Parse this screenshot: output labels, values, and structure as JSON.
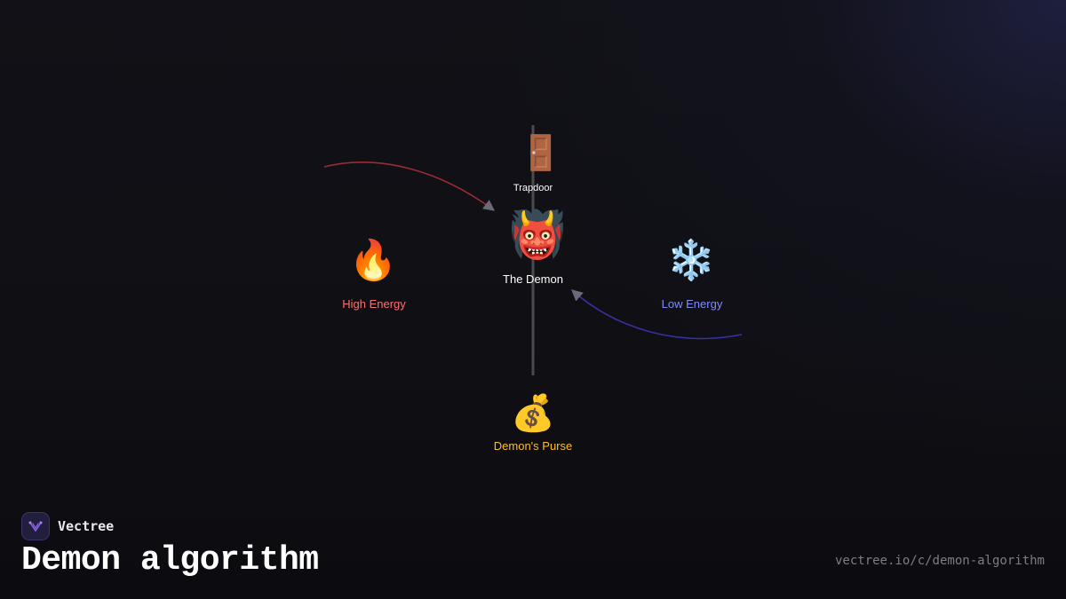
{
  "diagram": {
    "trapdoor": {
      "icon": "door-icon",
      "glyph": "🚪",
      "label": "Trapdoor",
      "color": "#ffffff"
    },
    "demon": {
      "icon": "ogre-icon",
      "glyph": "👹",
      "label": "The Demon",
      "color": "#ffffff"
    },
    "high_energy": {
      "icon": "fire-icon",
      "glyph": "🔥",
      "label": "High Energy",
      "color": "#f87171"
    },
    "low_energy": {
      "icon": "snowflake-icon",
      "glyph": "❄️",
      "label": "Low Energy",
      "color": "#818cf8"
    },
    "purse": {
      "icon": "money-bag-icon",
      "glyph": "💰",
      "label": "Demon's Purse",
      "color": "#fbbf24"
    },
    "arrow_colors": {
      "high_to_demon": "#9b2c34",
      "low_to_demon": "#3730a3"
    }
  },
  "brand": {
    "name": "Vectree",
    "logo_icon": "vectree-logo-icon",
    "accent": "#8b5cf6"
  },
  "footer": {
    "title": "Demon algorithm",
    "url": "vectree.io/c/demon-algorithm"
  }
}
